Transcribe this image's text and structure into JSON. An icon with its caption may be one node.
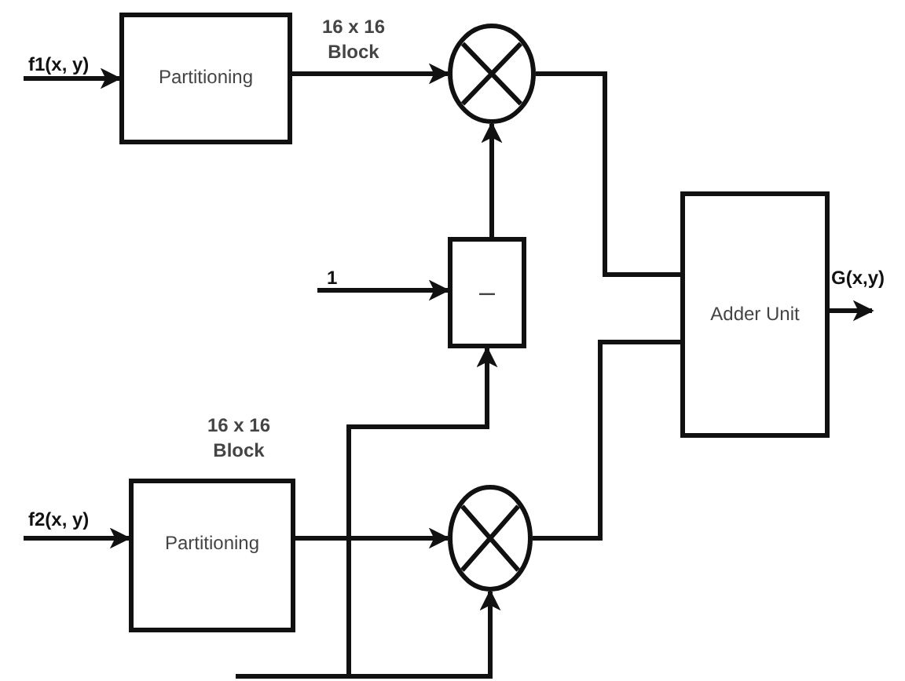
{
  "diagram": {
    "nodes": [
      {
        "text": [
          "f1(x, y)"
        ]
      },
      {
        "text": [
          "Partitioning"
        ]
      },
      {
        "text": [],
        "shape": "circle"
      },
      {
        "text": [
          "1"
        ]
      },
      {
        "text": [
          "–"
        ]
      },
      {
        "text": [
          "Adder Unit"
        ]
      },
      {
        "text": [
          "G(x,y)"
        ]
      },
      {
        "text": [
          "f2(x, y)"
        ]
      },
      {
        "text": [
          "Partitioning"
        ]
      },
      {
        "text": [],
        "shape": "circle"
      }
    ],
    "edges": [
      {
        "from": 0,
        "to": 1,
        "arrow": "to"
      },
      {
        "from": 1,
        "to": 2,
        "arrow": "to",
        "label": "16 x 16 Block"
      },
      {
        "from": 3,
        "to": 4,
        "arrow": "to"
      },
      {
        "from": 4,
        "to": 2,
        "arrow": "to"
      },
      {
        "from": 2,
        "to": 5,
        "arrow": "none"
      },
      {
        "from": 5,
        "to": 6,
        "arrow": "to"
      },
      {
        "from": 7,
        "to": 8,
        "arrow": "to"
      },
      {
        "from": 8,
        "to": 9,
        "arrow": "to"
      },
      {
        "from": 9,
        "to": 5,
        "arrow": "none"
      },
      {
        "from": null,
        "to": 4,
        "arrow": "to"
      },
      {
        "from": null,
        "to": 9,
        "arrow": "to"
      }
    ],
    "labels": [
      "16 x 16 Block"
    ]
  }
}
